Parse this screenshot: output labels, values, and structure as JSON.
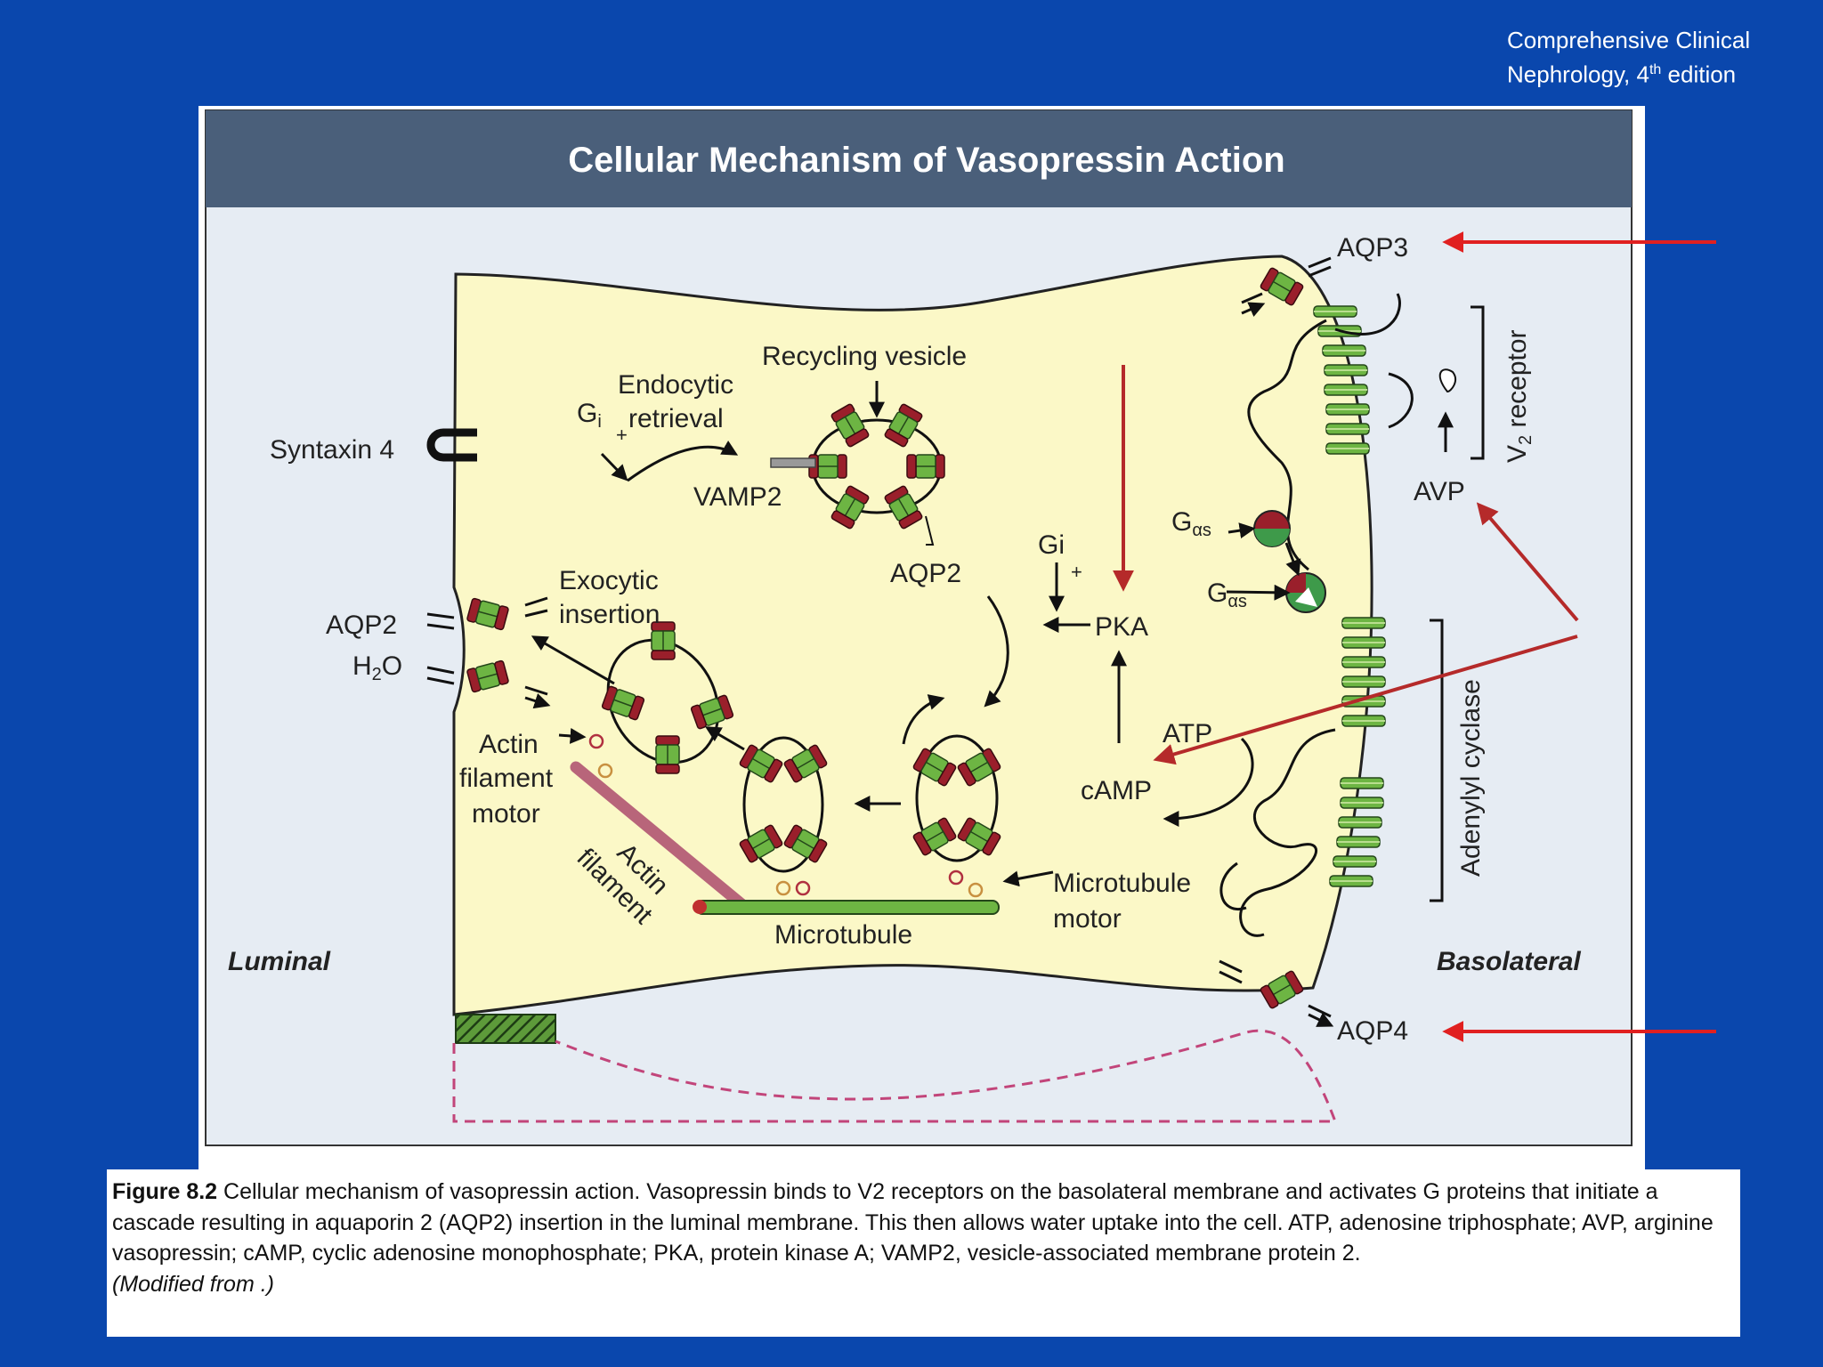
{
  "source": {
    "line1": "Comprehensive Clinical",
    "line2": "Nephrology, 4",
    "line2_sup": "th",
    "line2_end": " edition"
  },
  "figure": {
    "title": "Cellular Mechanism of Vasopressin Action",
    "labels": {
      "aqp3": "AQP3",
      "aqp4": "AQP4",
      "aqp2_top": "AQP2",
      "aqp2_left": "AQP2",
      "h2o": "H",
      "h2o_sub": "2",
      "h2o_end": "O",
      "v2_receptor": "V",
      "v2_sub": "2",
      "v2_end": " receptor",
      "avp": "AVP",
      "gas1": "G",
      "gas1_sub": "αs",
      "gas2": "G",
      "gas2_sub": "αs",
      "adenylyl_cyclase": "Adenylyl cyclase",
      "syntaxin": "Syntaxin 4",
      "recycling_vesicle": "Recycling vesicle",
      "endocytic1": "Endocytic",
      "endocytic2": "retrieval",
      "gi_left": "G",
      "gi_left_sub": "i",
      "plus": "+",
      "vamp2": "VAMP2",
      "exocytic1": "Exocytic",
      "exocytic2": "insertion",
      "actin_motor1": "Actin",
      "actin_motor2": "filament",
      "actin_motor3": "motor",
      "actin_filament1": "Actin",
      "actin_filament2": "filament",
      "microtubule": "Microtubule",
      "mt_motor1": "Microtubule",
      "mt_motor2": "motor",
      "gi_right": "Gi",
      "pka": "PKA",
      "atp": "ATP",
      "camp": "cAMP",
      "luminal": "Luminal",
      "basolateral": "Basolateral"
    }
  },
  "caption": {
    "label": "Figure 8.2",
    "text": " Cellular mechanism of vasopressin action. Vasopressin binds to V2 receptors on the basolateral membrane and activates G proteins that initiate a cascade resulting in aquaporin 2 (AQP2) insertion in the luminal membrane. This then allows water uptake into the cell. ATP, adenosine triphosphate; AVP, arginine vasopressin; cAMP, cyclic adenosine monophosphate; PKA, protein kinase A; VAMP2, vesicle-associated membrane protein 2.",
    "note": "(Modified from .)"
  },
  "colors": {
    "background": "#0a47ad",
    "title_bar": "#4a5f7a",
    "cell": "#fbf8c7",
    "panel": "#e6ecf3",
    "channel": "#6db543",
    "channel_cap": "#9a1f2b",
    "red_arrow": "#e02020"
  }
}
